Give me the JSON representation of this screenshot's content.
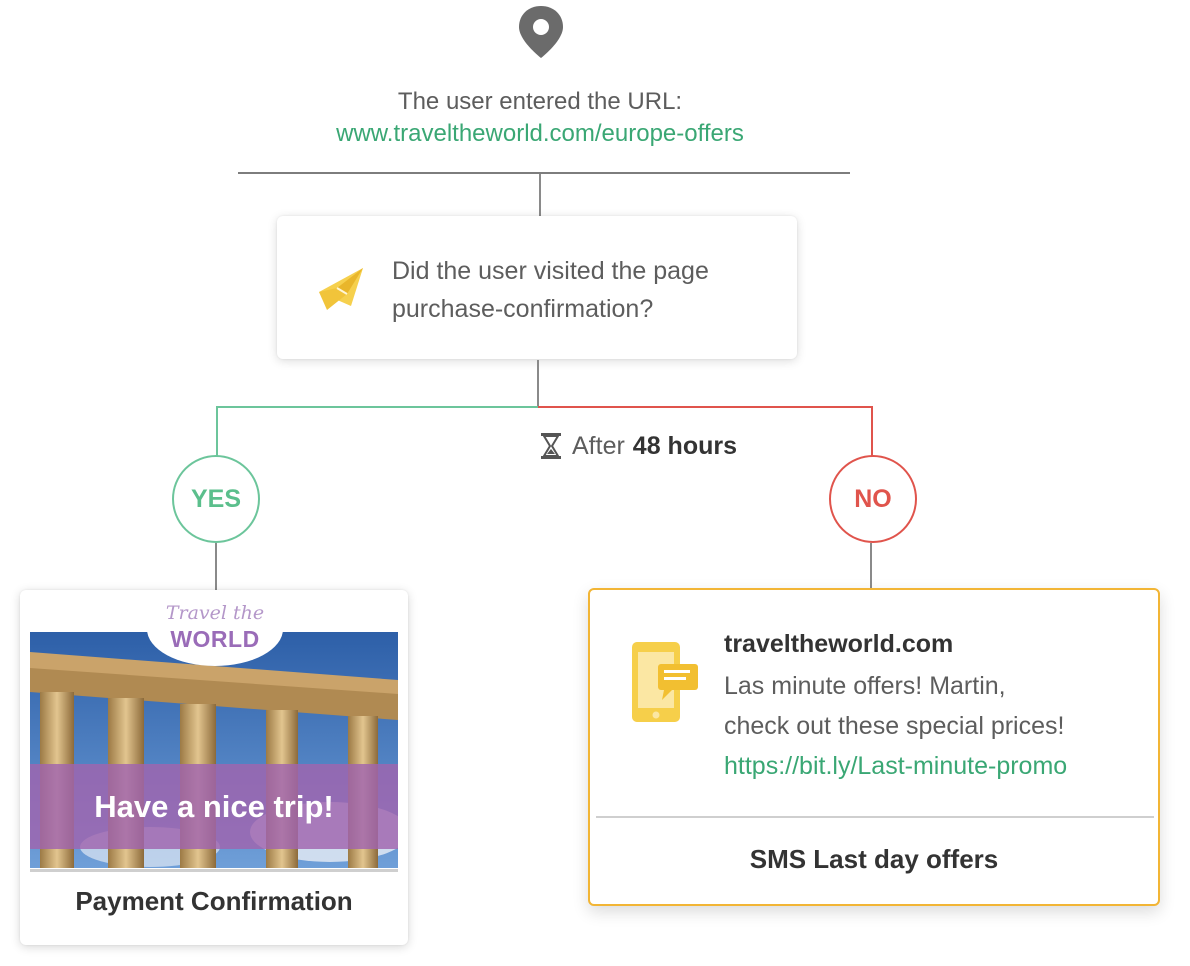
{
  "trigger": {
    "icon": "map-pin-icon",
    "text": "The user entered the URL:",
    "url": "www.traveltheworld.com/europe-offers"
  },
  "condition": {
    "icon": "paper-plane-icon",
    "text": "Did the user visited the page purchase-confirmation?"
  },
  "wait": {
    "icon": "hourglass-icon",
    "prefix": "After",
    "duration": "48 hours"
  },
  "branches": {
    "yes_label": "YES",
    "no_label": "NO"
  },
  "email": {
    "logo_script": "Travel the",
    "logo_word": "WORLD",
    "banner_text": "Have a nice trip!",
    "caption": "Payment Confirmation"
  },
  "sms": {
    "icon": "mobile-sms-icon",
    "sender": "traveltheworld.com",
    "message_line1": "Las minute offers! Martin,",
    "message_line2": "check out these special prices!",
    "link": "https://bit.ly/Last-minute-promo",
    "caption": "SMS Last day offers"
  },
  "colors": {
    "yes": "#6cc59b",
    "no": "#e0544c",
    "link": "#3aa774",
    "sms_border": "#f2b535"
  }
}
